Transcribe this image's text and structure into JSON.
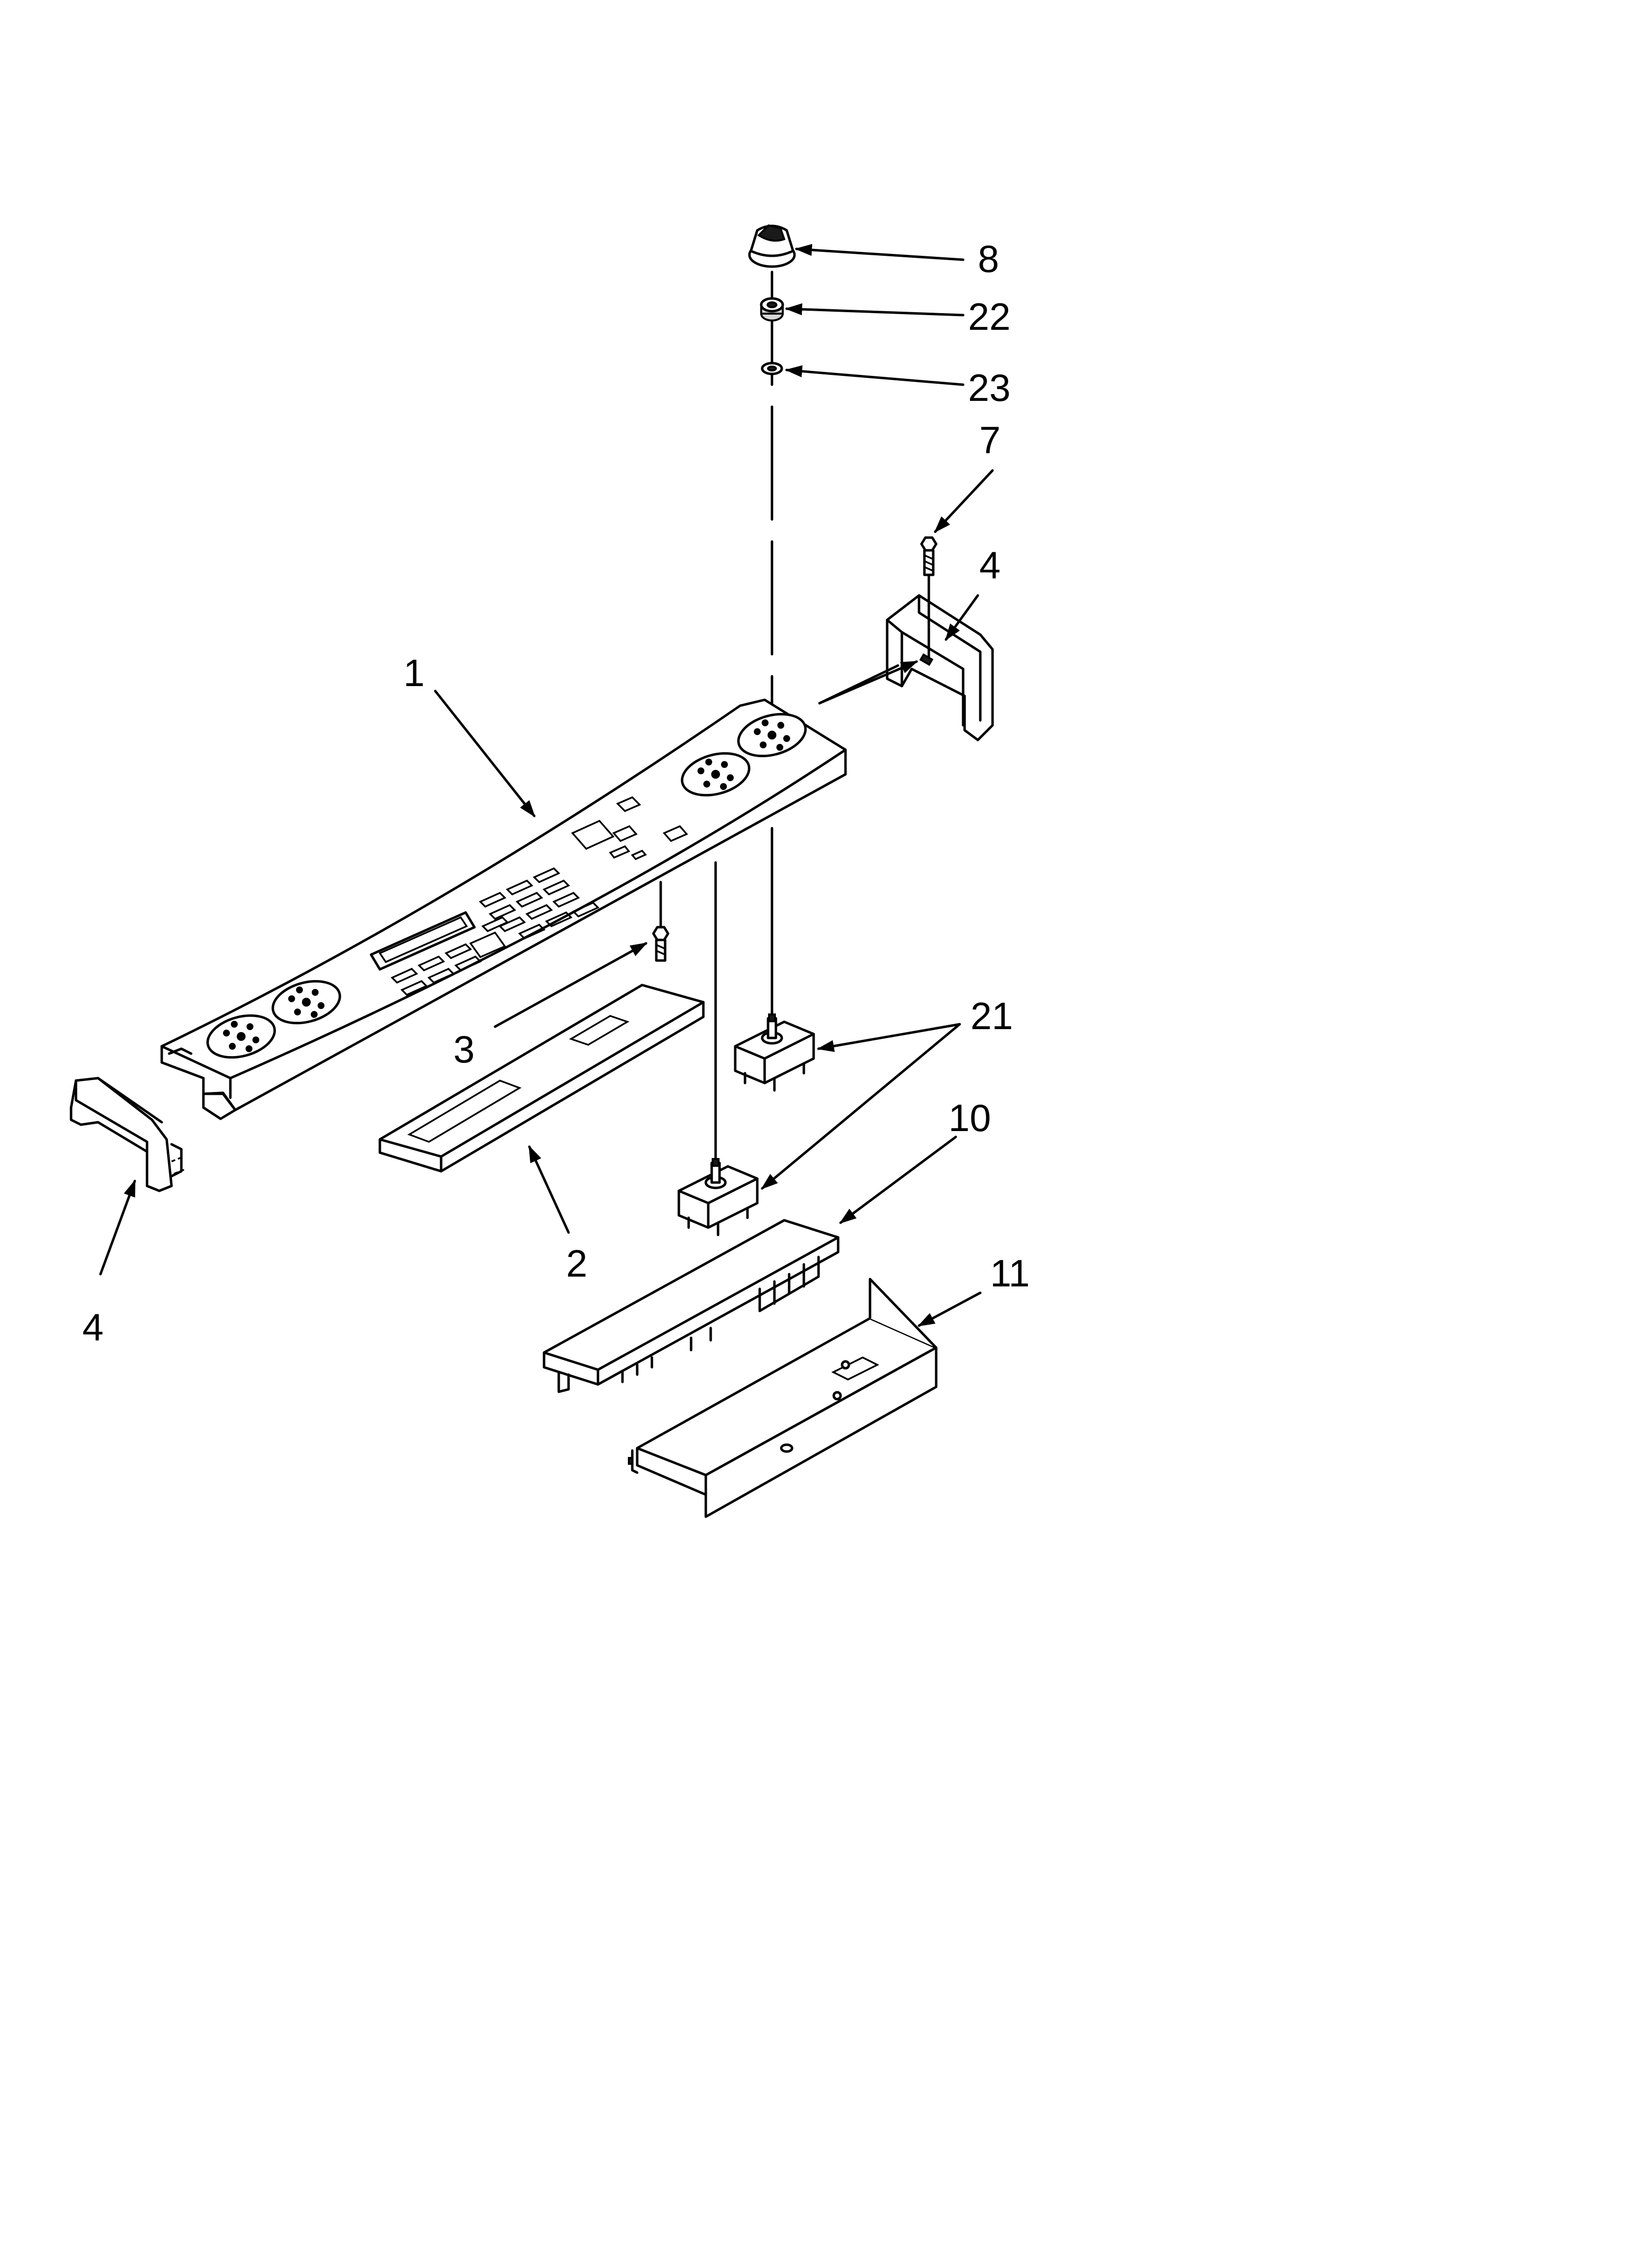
{
  "callouts": {
    "c8": "8",
    "c22": "22",
    "c23": "23",
    "c7": "7",
    "c4_right": "4",
    "c1": "1",
    "c3": "3",
    "c21": "21",
    "c10": "10",
    "c2": "2",
    "c4_left": "4",
    "c11": "11"
  },
  "colors": {
    "line": "#000000",
    "background": "#ffffff"
  }
}
